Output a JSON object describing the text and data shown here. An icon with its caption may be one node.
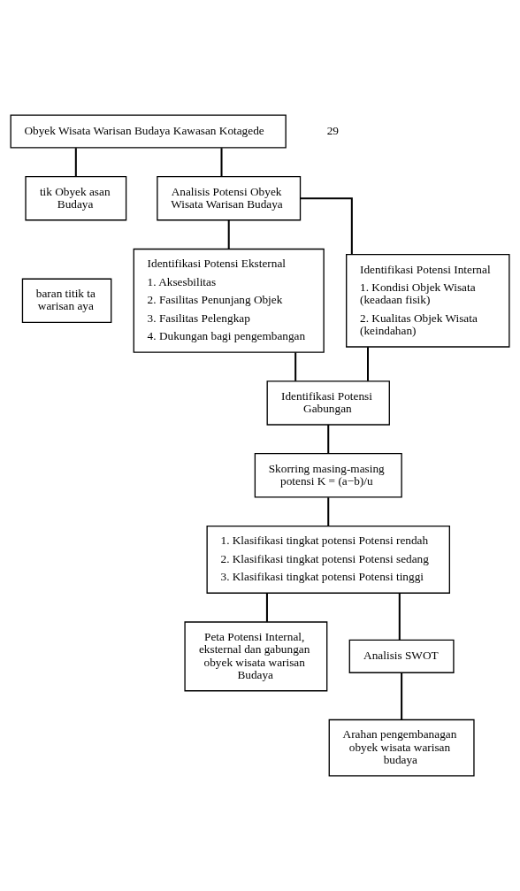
{
  "diagram": {
    "nodes": [
      {
        "text": [
          "Obyek Wisata Warisan Budaya Kawasan Kotagede"
        ]
      },
      {
        "text": [
          "tik Obyek asan Budaya"
        ]
      },
      {
        "text": [
          "Analisis Potensi Obyek Wisata Warisan Budaya"
        ]
      },
      {
        "text": [
          "baran titik ta warisan aya"
        ]
      },
      {
        "text": [
          "Identifikasi Potensi Eksternal",
          "1. Aksesbilitas",
          "2. Fasilitas Penunjang Objek",
          "3. Fasilitas Pelengkap",
          "4. Dukungan bagi pengembangan"
        ]
      },
      {
        "text": [
          "Identifikasi Potensi Internal",
          "1. Kondisi Objek Wisata (keadaan fisik)",
          "2. Kualitas Objek Wisata (keindahan)"
        ]
      },
      {
        "text": [
          "Identifikasi Potensi Gabungan"
        ]
      },
      {
        "text": [
          "Skorring masing-masing potensi K = (a−b)/u"
        ]
      },
      {
        "text": [
          "1. Klasifikasi tingkat potensi Potensi rendah",
          "2. Klasifikasi tingkat potensi Potensi sedang",
          "3. Klasifikasi tingkat potensi Potensi tinggi"
        ]
      },
      {
        "text": [
          "Peta Potensi Internal, eksternal dan gabungan obyek wisata warisan Budaya"
        ]
      },
      {
        "text": [
          "Analisis SWOT"
        ]
      },
      {
        "text": [
          "Arahan pengembanagan obyek wisata warisan budaya"
        ]
      }
    ],
    "edges": [
      {
        "from": 0,
        "to": 1,
        "arrow": "none"
      },
      {
        "from": 0,
        "to": 2,
        "arrow": "none"
      },
      {
        "from": 2,
        "to": 4,
        "arrow": "none"
      },
      {
        "from": 2,
        "to": 5,
        "arrow": "none"
      },
      {
        "from": 4,
        "to": 6,
        "arrow": "none"
      },
      {
        "from": 5,
        "to": 6,
        "arrow": "none"
      },
      {
        "from": 6,
        "to": 7,
        "arrow": "none"
      },
      {
        "from": 7,
        "to": 8,
        "arrow": "none"
      },
      {
        "from": 8,
        "to": 9,
        "arrow": "none"
      },
      {
        "from": 8,
        "to": 10,
        "arrow": "none"
      },
      {
        "from": 10,
        "to": 11,
        "arrow": "none"
      }
    ],
    "labels": [
      "29"
    ]
  }
}
